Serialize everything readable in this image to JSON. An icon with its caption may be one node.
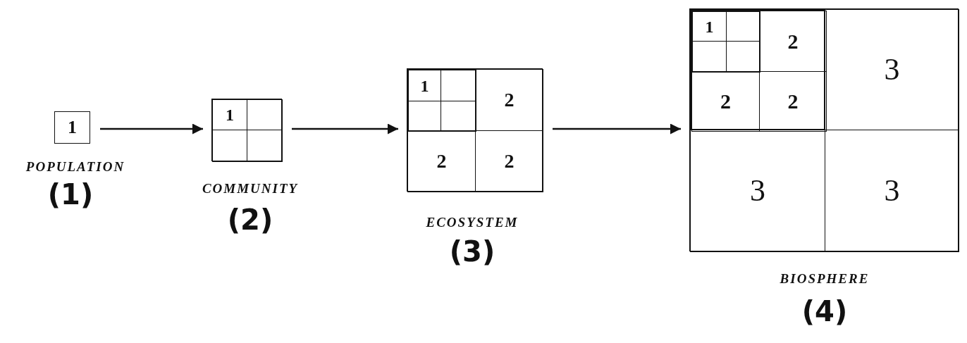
{
  "diagram": {
    "nodes": [
      {
        "text": [
          "1"
        ],
        "beside": [
          "POPULATION",
          "(1)"
        ]
      },
      {
        "text": [],
        "shape": "box",
        "beside": [
          "COMMUNITY",
          "(2)"
        ]
      },
      {
        "text": [
          "1"
        ],
        "in": 1
      },
      {
        "text": [],
        "shape": "box",
        "in": 1
      },
      {
        "text": [],
        "shape": "box",
        "in": 1
      },
      {
        "text": [],
        "shape": "box",
        "in": 1
      },
      {
        "text": [],
        "shape": "box",
        "beside": [
          "ECOSYSTEM",
          "(3)"
        ]
      },
      {
        "text": [],
        "shape": "box",
        "in": 6
      },
      {
        "text": [
          "1"
        ],
        "in": 7
      },
      {
        "text": [],
        "shape": "box",
        "in": 7
      },
      {
        "text": [],
        "shape": "box",
        "in": 7
      },
      {
        "text": [],
        "shape": "box",
        "in": 7
      },
      {
        "text": [
          "2"
        ],
        "in": 6
      },
      {
        "text": [
          "2"
        ],
        "in": 6
      },
      {
        "text": [
          "2"
        ],
        "in": 6
      },
      {
        "text": [],
        "shape": "box",
        "beside": [
          "BIOSPHERE",
          "(4)"
        ]
      },
      {
        "text": [],
        "shape": "box",
        "in": 15
      },
      {
        "text": [],
        "shape": "box",
        "in": 16
      },
      {
        "text": [
          "1"
        ],
        "in": 17
      },
      {
        "text": [],
        "shape": "box",
        "in": 17
      },
      {
        "text": [],
        "shape": "box",
        "in": 17
      },
      {
        "text": [],
        "shape": "box",
        "in": 17
      },
      {
        "text": [
          "2"
        ],
        "in": 16
      },
      {
        "text": [
          "2"
        ],
        "in": 16
      },
      {
        "text": [
          "2"
        ],
        "in": 16
      },
      {
        "text": [
          "3"
        ],
        "in": 15
      },
      {
        "text": [
          "3"
        ],
        "in": 15
      },
      {
        "text": [
          "3"
        ],
        "in": 15
      }
    ],
    "edges": [
      {
        "from": 0,
        "to": 1,
        "arrow": "to"
      },
      {
        "from": 1,
        "to": 6,
        "arrow": "to"
      },
      {
        "from": 6,
        "to": 15,
        "arrow": "to"
      }
    ]
  }
}
